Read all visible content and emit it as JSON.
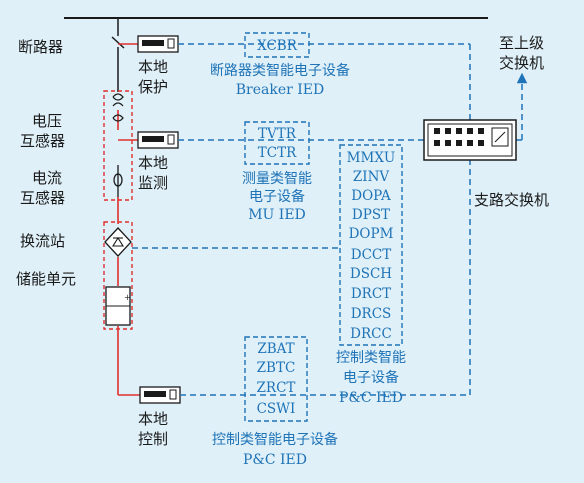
{
  "colors": {
    "background": "#dff0f8",
    "accent_blue": "#1f73b7",
    "red_line": "#e0302e",
    "black": "#1a1a1a"
  },
  "left_labels": {
    "breaker": "断路器",
    "vt_line1": "电压",
    "vt_line2": "互感器",
    "ct_line1": "电流",
    "ct_line2": "互感器",
    "converter": "换流站",
    "storage": "储能单元"
  },
  "device_labels": {
    "protection_line1": "本地",
    "protection_line2": "保护",
    "monitor_line1": "本地",
    "monitor_line2": "监测",
    "control_line1": "本地",
    "control_line2": "控制"
  },
  "breaker_ied": {
    "code": "XCBR",
    "title_cn": "断路器类智能电子设备",
    "title_en": "Breaker IED"
  },
  "mu_ied": {
    "codes": [
      "TVTR",
      "TCTR"
    ],
    "title_cn_line1": "测量类智能",
    "title_cn_line2": "电子设备",
    "title_en": "MU IED"
  },
  "pc_ied_right": {
    "codes": [
      "MMXU",
      "ZINV",
      "DOPA",
      "DPST",
      "DOPM",
      "DCCT",
      "DSCH",
      "DRCT",
      "DRCS",
      "DRCC"
    ],
    "title_cn_line1": "控制类智能",
    "title_cn_line2": "电子设备",
    "title_en": "P&C IED"
  },
  "pc_ied_bottom": {
    "codes": [
      "ZBAT",
      "ZBTC",
      "ZRCT",
      "CSWI"
    ],
    "title_cn": "控制类智能电子设备",
    "title_en": "P&C IED"
  },
  "switch": {
    "label": "支路交换机"
  },
  "upper": {
    "line1": "至上级",
    "line2": "交换机"
  }
}
